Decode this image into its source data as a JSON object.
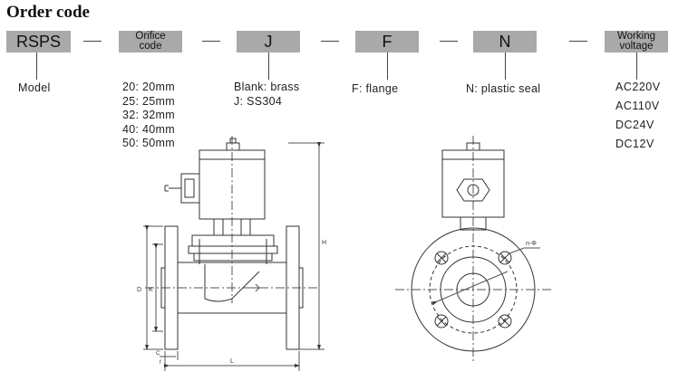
{
  "title": "Order code",
  "codes": {
    "model": "RSPS",
    "orifice": [
      "Orifice",
      "code"
    ],
    "material": "J",
    "connection": "F",
    "seal": "N",
    "voltage": [
      "Working",
      "voltage"
    ]
  },
  "labels": {
    "model": "Model",
    "material": [
      "Blank: brass",
      "J: SS304"
    ],
    "connection": "F: flange",
    "seal": "N: plastic seal"
  },
  "orifice_options": [
    "20: 20mm",
    "25: 25mm",
    "32: 32mm",
    "40: 40mm",
    "50: 50mm"
  ],
  "voltage_options": [
    "AC220V",
    "AC110V",
    "DC24V",
    "DC12V"
  ],
  "drawing_labels": {
    "height": "H",
    "length": "L",
    "diameter_d": "D",
    "diameter_k": "K",
    "thickness": "C",
    "bolt_holes": "n-Φ",
    "flange_t": "f"
  }
}
